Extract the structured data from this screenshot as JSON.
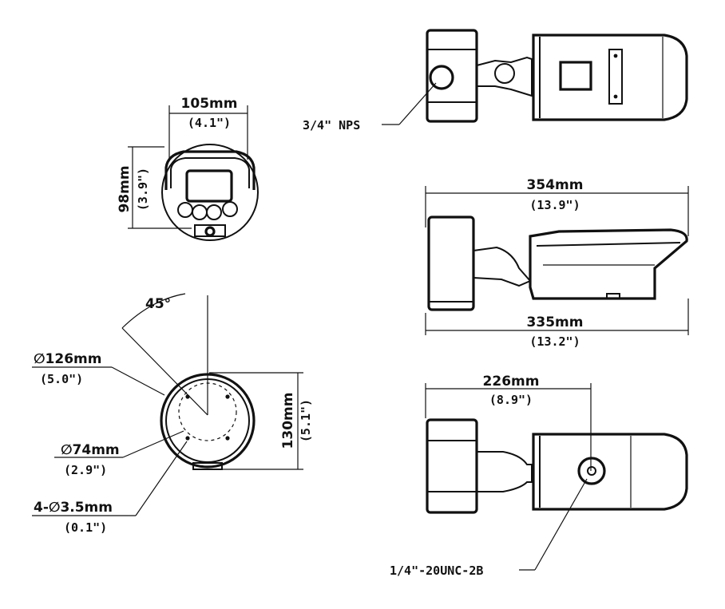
{
  "front_view": {
    "width_mm": "105mm",
    "width_in": "(4.1\")",
    "height_mm": "98mm",
    "height_in": "(3.9\")"
  },
  "base_view": {
    "angle": "45°",
    "outer_diameter_mm": "∅126mm",
    "outer_diameter_in": "(5.0\")",
    "hole_circle_mm": "∅74mm",
    "hole_circle_in": "(2.9\")",
    "screw_holes_mm": "4-∅3.5mm",
    "screw_holes_in": "(0.1\")",
    "height_mm": "130mm",
    "height_in": "(5.1\")"
  },
  "top_view": {
    "port_label": "3/4\" NPS"
  },
  "side_view": {
    "total_length_mm": "354mm",
    "total_length_in": "(13.9\")",
    "body_length_mm": "335mm",
    "body_length_in": "(13.2\")"
  },
  "bottom_view": {
    "mount_distance_mm": "226mm",
    "mount_distance_in": "(8.9\")",
    "thread_label": "1/4\"-20UNC-2B"
  }
}
